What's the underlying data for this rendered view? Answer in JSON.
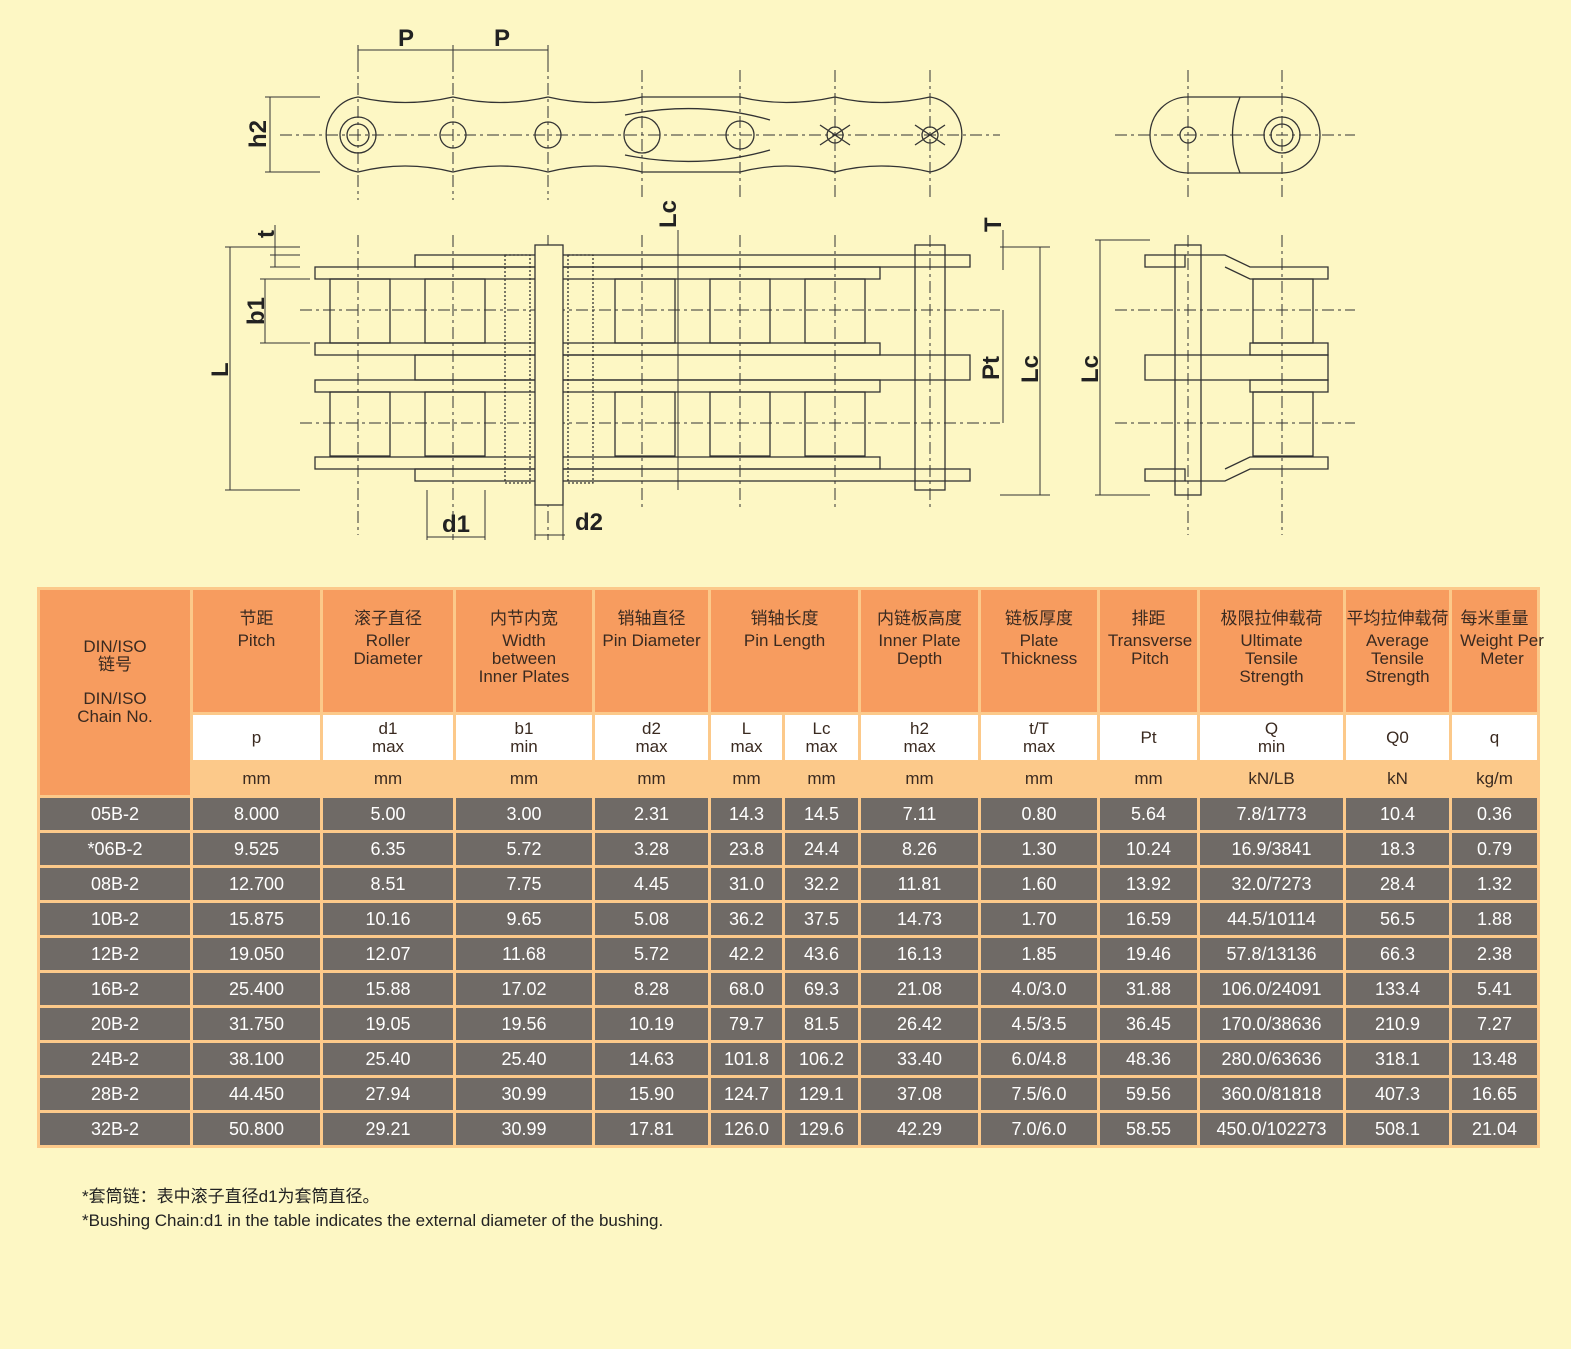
{
  "drawing": {
    "labels": {
      "p1": "P",
      "p2": "P",
      "h2": "h2",
      "t": "t",
      "b1": "b1",
      "L": "L",
      "Lc_top": "Lc",
      "T": "T",
      "Pt": "Pt",
      "Lc_mid": "Lc",
      "Lc_side": "Lc",
      "d1": "d1",
      "d2": "d2"
    }
  },
  "table": {
    "chain_header": {
      "zh": "DIN/ISO 链号",
      "en": "DIN/ISO Chain No."
    },
    "columns": [
      {
        "zh": "节距",
        "en": "Pitch",
        "sym": "p",
        "unit": "mm"
      },
      {
        "zh": "滚子直径",
        "en": "Roller Diameter",
        "sym": "d1 max",
        "unit": "mm"
      },
      {
        "zh": "内节内宽",
        "en": "Width between Inner Plates",
        "sym": "b1 min",
        "unit": "mm"
      },
      {
        "zh": "销轴直径",
        "en": "Pin Diameter",
        "sym": "d2 max",
        "unit": "mm"
      },
      {
        "zh": "销轴长度",
        "en": "Pin Length",
        "sym": "L max",
        "unit": "mm",
        "sym2": "Lc max",
        "unit2": "mm"
      },
      {
        "zh": "内链板高度",
        "en": "Inner Plate Depth",
        "sym": "h2 max",
        "unit": "mm"
      },
      {
        "zh": "链板厚度",
        "en": "Plate Thickness",
        "sym": "t/T max",
        "unit": "mm"
      },
      {
        "zh": "排距",
        "en": "Transverse Pitch",
        "sym": "Pt",
        "unit": "mm"
      },
      {
        "zh": "极限拉伸载荷",
        "en": "Ultimate Tensile Strength",
        "sym": "Q min",
        "unit": "kN/LB"
      },
      {
        "zh": "平均拉伸载荷",
        "en": "Average Tensile Strength",
        "sym": "Q0",
        "unit": "kN"
      },
      {
        "zh": "每米重量",
        "en": "Weight Per Meter",
        "sym": "q",
        "unit": "kg/m"
      }
    ],
    "rows": [
      [
        "05B-2",
        "8.000",
        "5.00",
        "3.00",
        "2.31",
        "14.3",
        "14.5",
        "7.11",
        "0.80",
        "5.64",
        "7.8/1773",
        "10.4",
        "0.36"
      ],
      [
        "*06B-2",
        "9.525",
        "6.35",
        "5.72",
        "3.28",
        "23.8",
        "24.4",
        "8.26",
        "1.30",
        "10.24",
        "16.9/3841",
        "18.3",
        "0.79"
      ],
      [
        "08B-2",
        "12.700",
        "8.51",
        "7.75",
        "4.45",
        "31.0",
        "32.2",
        "11.81",
        "1.60",
        "13.92",
        "32.0/7273",
        "28.4",
        "1.32"
      ],
      [
        "10B-2",
        "15.875",
        "10.16",
        "9.65",
        "5.08",
        "36.2",
        "37.5",
        "14.73",
        "1.70",
        "16.59",
        "44.5/10114",
        "56.5",
        "1.88"
      ],
      [
        "12B-2",
        "19.050",
        "12.07",
        "11.68",
        "5.72",
        "42.2",
        "43.6",
        "16.13",
        "1.85",
        "19.46",
        "57.8/13136",
        "66.3",
        "2.38"
      ],
      [
        "16B-2",
        "25.400",
        "15.88",
        "17.02",
        "8.28",
        "68.0",
        "69.3",
        "21.08",
        "4.0/3.0",
        "31.88",
        "106.0/24091",
        "133.4",
        "5.41"
      ],
      [
        "20B-2",
        "31.750",
        "19.05",
        "19.56",
        "10.19",
        "79.7",
        "81.5",
        "26.42",
        "4.5/3.5",
        "36.45",
        "170.0/38636",
        "210.9",
        "7.27"
      ],
      [
        "24B-2",
        "38.100",
        "25.40",
        "25.40",
        "14.63",
        "101.8",
        "106.2",
        "33.40",
        "6.0/4.8",
        "48.36",
        "280.0/63636",
        "318.1",
        "13.48"
      ],
      [
        "28B-2",
        "44.450",
        "27.94",
        "30.99",
        "15.90",
        "124.7",
        "129.1",
        "37.08",
        "7.5/6.0",
        "59.56",
        "360.0/81818",
        "407.3",
        "16.65"
      ],
      [
        "32B-2",
        "50.800",
        "29.21",
        "30.99",
        "17.81",
        "126.0",
        "129.6",
        "42.29",
        "7.0/6.0",
        "58.55",
        "450.0/102273",
        "508.1",
        "21.04"
      ]
    ]
  },
  "notes": {
    "zh": "*套筒链：表中滚子直径d1为套筒直径。",
    "en": "*Bushing Chain:d1 in the table indicates the external diameter of the bushing."
  }
}
